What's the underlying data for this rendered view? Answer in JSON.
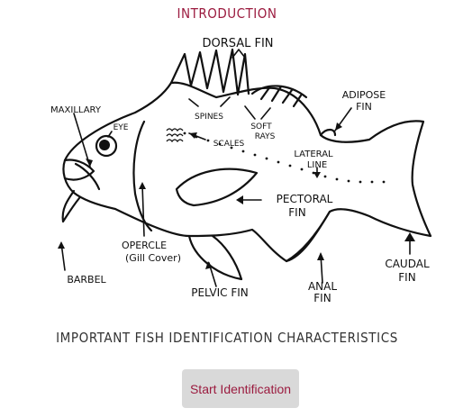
{
  "page": {
    "title": "INTRODUCTION",
    "caption": "IMPORTANT FISH IDENTIFICATION CHARACTERISTICS",
    "start_button": "Start Identification"
  },
  "diagram": {
    "labels": {
      "dorsal_fin": "DORSAL FIN",
      "adipose_fin_1": "ADIPOSE",
      "adipose_fin_2": "FIN",
      "maxillary": "MAXILLARY",
      "eye": "EYE",
      "spines": "SPINES",
      "soft_rays_1": "SOFT",
      "soft_rays_2": "RAYS",
      "scales": "SCALES",
      "lateral_line_1": "LATERAL",
      "lateral_line_2": "LINE",
      "pectoral_fin_1": "PECTORAL",
      "pectoral_fin_2": "FIN",
      "opercle_1": "OPERCLE",
      "opercle_2": "(Gill Cover)",
      "barbel": "BARBEL",
      "pelvic_fin": "PELVIC FIN",
      "anal_fin_1": "ANAL",
      "anal_fin_2": "FIN",
      "caudal_fin_1": "CAUDAL",
      "caudal_fin_2": "FIN"
    }
  },
  "colors": {
    "title": "#9b1b3f",
    "caption": "#333333",
    "button_bg": "#d9d9d9",
    "button_text": "#9b1b3f"
  }
}
